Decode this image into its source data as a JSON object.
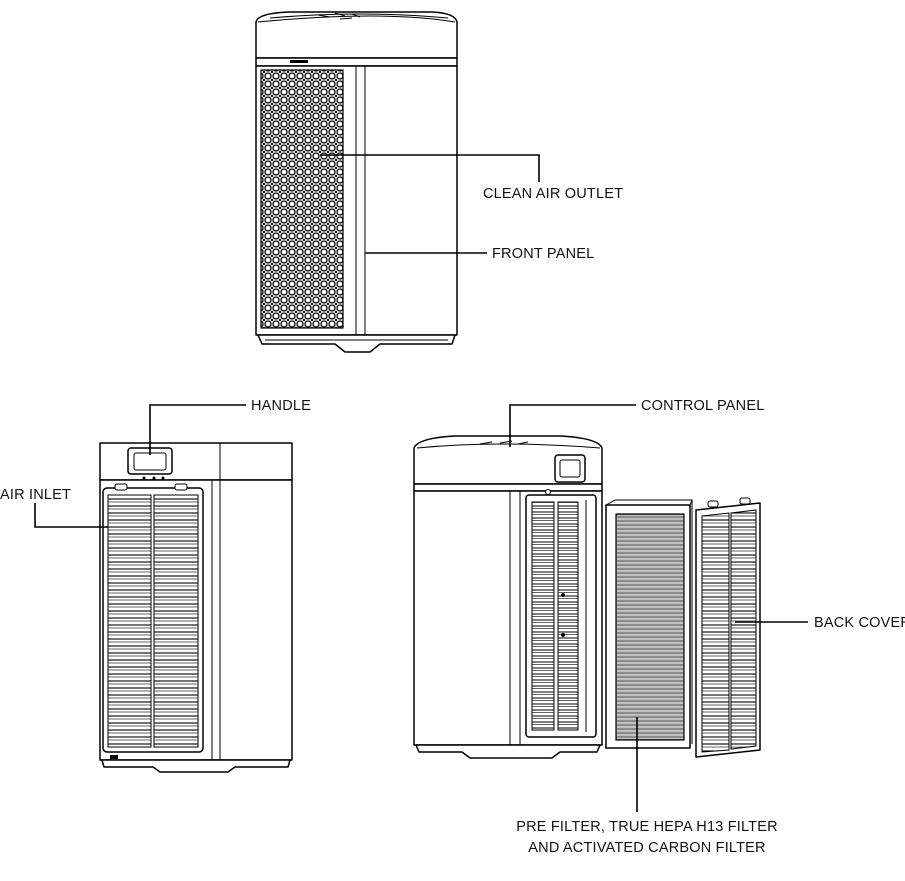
{
  "labels": {
    "clean_air_outlet": "CLEAN AIR OUTLET",
    "front_panel": "FRONT PANEL",
    "handle": "HANDLE",
    "air_inlet": "AIR INLET",
    "control_panel": "CONTROL PANEL",
    "back_cover": "BACK COVER",
    "filter_line1": "PRE FILTER, TRUE HEPA H13 FILTER",
    "filter_line2": "AND ACTIVATED CARBON FILTER"
  }
}
